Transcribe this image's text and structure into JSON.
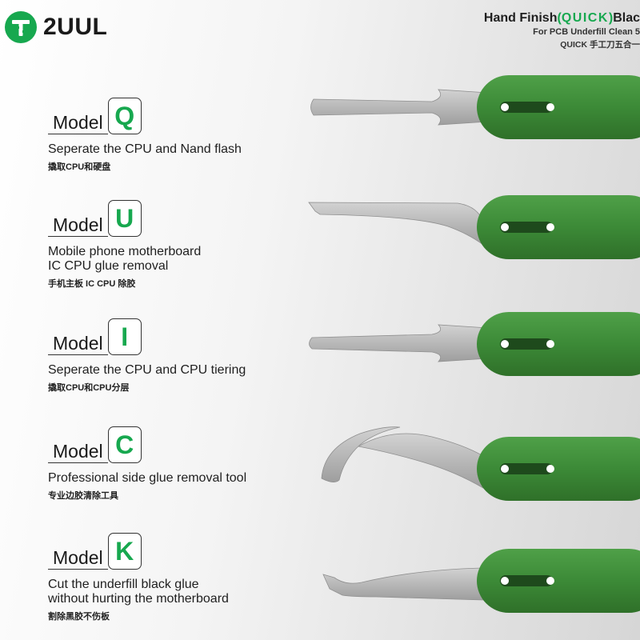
{
  "brand": {
    "name": "2UUL",
    "accent": "#17a84f"
  },
  "header": {
    "title_prefix": "Hand Finish",
    "title_paren_open": "(",
    "title_quick": "QUICK",
    "title_paren_close": ")",
    "title_suffix": "Blac",
    "subtitle": "For PCB Underfill Clean 5",
    "subtitle_cn": "QUICK 手工刀五合一"
  },
  "models": [
    {
      "word": "Model",
      "letter": "Q",
      "desc": "Seperate the CPU and Nand flash",
      "cn": "撬取CPU和硬盘"
    },
    {
      "word": "Model",
      "letter": "U",
      "desc": "Mobile phone motherboard\nIC CPU glue removal",
      "cn": "手机主板 IC CPU 除胶"
    },
    {
      "word": "Model",
      "letter": "I",
      "desc": "Seperate the CPU and CPU tiering",
      "cn": "撬取CPU和CPU分层"
    },
    {
      "word": "Model",
      "letter": "C",
      "desc": "Professional side glue removal tool",
      "cn": "专业边胶清除工具"
    },
    {
      "word": "Model",
      "letter": "K",
      "desc": "Cut the underfill black glue\nwithout hurting the motherboard",
      "cn": "割除黑胶不伤板"
    }
  ],
  "colors": {
    "handle": "#3f8f3b",
    "handle_dark": "#2f6f2b",
    "blade": "#b5b5b5",
    "blade_edge": "#8f8f8f"
  }
}
